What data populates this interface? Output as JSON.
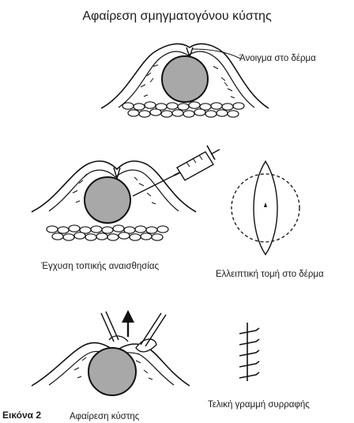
{
  "title": "Αφαίρεση σμηγματογόνου κύστης",
  "labels": {
    "skin_opening": "Άνοιγμα στο δέρμα",
    "local_anesthesia": "Έγχυση τοπικής αναισθησίας",
    "elliptical_incision": "Ελλειπτική τομή στο δέρμα",
    "cyst_removal": "Αφαίρεση κύστης",
    "final_suture": "Τελική γραμμή συρραφής",
    "figure": "Εικόνα 2"
  },
  "colors": {
    "cyst_fill": "#a8a8a8",
    "stroke": "#111111",
    "background": "#ffffff"
  }
}
